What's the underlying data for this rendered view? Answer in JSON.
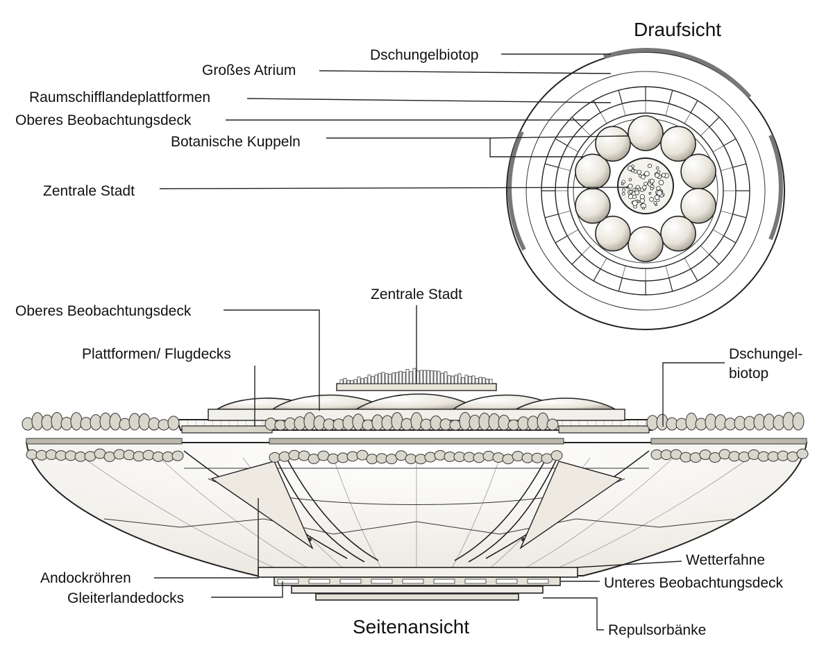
{
  "views": {
    "top_title": "Draufsicht",
    "side_title": "Seitenansicht"
  },
  "top_labels": {
    "jungle": "Dschungelbiotop",
    "atrium": "Großes Atrium",
    "landing": "Raumschifflandeplattformen",
    "upper_deck": "Oberes Beobachtungsdeck",
    "domes": "Botanische Kuppeln",
    "city": "Zentrale Stadt"
  },
  "side_labels": {
    "upper_deck": "Oberes Beobachtungsdeck",
    "city": "Zentrale Stadt",
    "platforms": "Plattformen/ Flugdecks",
    "jungle_1": "Dschungel-",
    "jungle_2": "biotop",
    "docking": "Andockröhren",
    "glider": "Gleiterlandedocks",
    "vane": "Wetterfahne",
    "lower_deck": "Unteres Beobachtungsdeck",
    "repulsor": "Repulsorbänke"
  },
  "colors": {
    "ink": "#222222",
    "dome_fill": "#e6e2d8",
    "foliage": "#d9d6cc",
    "hull": "#f7f6f2"
  }
}
